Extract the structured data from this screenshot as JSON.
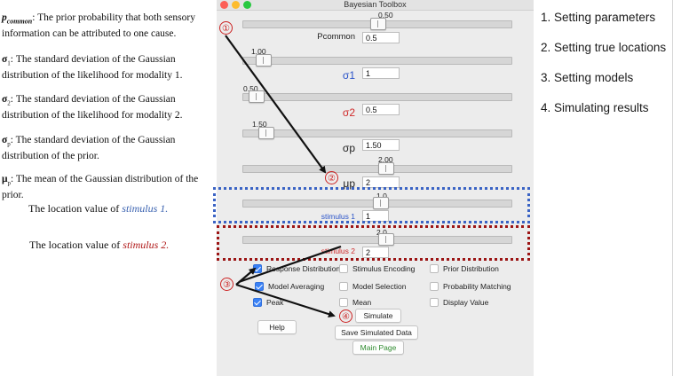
{
  "annotations": {
    "pcommon": {
      "symbol": "p",
      "sub": "common",
      "text": ": The prior probability that both sensory information can be attributed to one cause."
    },
    "sigma1": {
      "symbol": "σ",
      "sub": "1",
      "text": ": The standard deviation of the Gaussian distribution of the likelihood for modality 1."
    },
    "sigma2": {
      "symbol": "σ",
      "sub": "2",
      "text": ": The standard deviation of the Gaussian distribution of the likelihood for modality 2."
    },
    "sigmap": {
      "symbol": "σ",
      "sub": "p",
      "text": ": The standard deviation of the Gaussian distribution of the prior."
    },
    "mup": {
      "symbol": "μ",
      "sub": "p",
      "text": ": The mean of the Gaussian distribution of the prior."
    },
    "loc1": {
      "prefix": "The location value of ",
      "stimulus": "stimulus 1."
    },
    "loc2": {
      "prefix": "The location value of ",
      "stimulus": "stimulus 2."
    }
  },
  "window": {
    "title": "Bayesian Toolbox",
    "colors": {
      "close": "#fc5f57",
      "minimize": "#fdbc2e",
      "zoom": "#28c840"
    }
  },
  "params": {
    "pcommon": {
      "label": "Pcommon",
      "value": "0.5",
      "slider_value": "0.50",
      "fraction": 0.5,
      "label_color": "#222222"
    },
    "sigma1": {
      "label": "σ1",
      "value": "1",
      "slider_value": "1.00",
      "fraction": 0.05,
      "label_color": "#2b54c9"
    },
    "sigma2": {
      "label": "σ2",
      "value": "0.5",
      "slider_value": "0.50",
      "fraction": 0.02,
      "label_color": "#d02a2a"
    },
    "sigmap": {
      "label": "σp",
      "value": "1.50",
      "slider_value": "1.50",
      "fraction": 0.06,
      "label_color": "#222222"
    },
    "mup": {
      "label": "μp",
      "value": "2",
      "slider_value": "2.00",
      "fraction": 0.53,
      "label_color": "#222222"
    },
    "stim1": {
      "label": "stimulus 1",
      "value": "1",
      "slider_value": "1.0",
      "fraction": 0.51,
      "label_color": "#2b54c9"
    },
    "stim2": {
      "label": "stimulus 2",
      "value": "2",
      "slider_value": "2.0",
      "fraction": 0.53,
      "label_color": "#d02a2a"
    }
  },
  "options": {
    "response_distribution": {
      "label": "Response Distribution",
      "checked": true
    },
    "stimulus_encoding": {
      "label": "Stimulus Encoding",
      "checked": false
    },
    "prior_distribution": {
      "label": "Prior Distribution",
      "checked": false
    },
    "model_averaging": {
      "label": "Model Averaging",
      "checked": true
    },
    "model_selection": {
      "label": "Model Selection",
      "checked": false
    },
    "probability_matching": {
      "label": "Probability Matching",
      "checked": false
    },
    "peak": {
      "label": "Peak",
      "checked": true
    },
    "mean": {
      "label": "Mean",
      "checked": false
    },
    "display_value": {
      "label": "Display Value",
      "checked": false
    }
  },
  "buttons": {
    "simulate": "Simulate",
    "help": "Help",
    "save": "Save Simulated Data",
    "main_page": "Main Page",
    "main_page_color": "#2e8b2e"
  },
  "markers": {
    "m1": "①",
    "m2": "②",
    "m3": "③",
    "m4": "④"
  },
  "steps": [
    "1. Setting parameters",
    "2. Setting true locations",
    "3. Setting models",
    "4. Simulating results"
  ]
}
